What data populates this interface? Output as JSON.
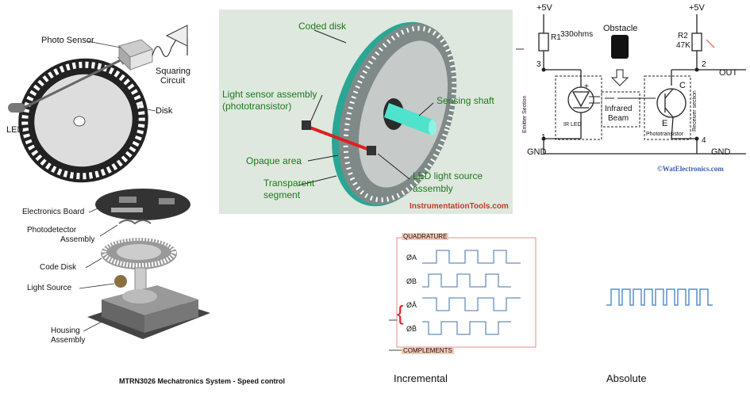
{
  "exploded": {
    "photo_sensor": "Photo Sensor",
    "squaring_circuit_1": "Squaring",
    "squaring_circuit_2": "Circuit",
    "disk": "Disk",
    "led": "LED",
    "electronics_board": "Electronics Board",
    "photodetector_1": "Photodetector",
    "photodetector_2": "Assembly",
    "code_disk": "Code Disk",
    "light_source": "Light Source",
    "housing_1": "Housing",
    "housing_2": "Assembly"
  },
  "footer": "MTRN3026 Mechatronics System - Speed control",
  "coded": {
    "coded_disk": "Coded disk",
    "light_sensor_1": "Light sensor assembly",
    "light_sensor_2": "(phototransistor)",
    "sensing_shaft": "Sensing shaft",
    "opaque_area": "Opaque area",
    "transparent_1": "Transparent",
    "transparent_2": "segment",
    "led_source_1": "LED light source",
    "led_source_2": "assembly",
    "watermark": "InstrumentationTools.com"
  },
  "circuit": {
    "vcc_left": "+5V",
    "vcc_right": "+5V",
    "r1": "R1",
    "r1_value": "330ohms",
    "obstacle": "Obstacle",
    "r2": "R2",
    "r2_value": "47K",
    "node3": "3",
    "node2": "2",
    "out": "OUT",
    "plus": "+",
    "infrared_1": "Infrared",
    "infrared_2": "Beam",
    "ir_led": "IR LED",
    "emitter_section": "Emitter Section",
    "receiver_section": "Receiver section",
    "phototransistor": "Phototransistor",
    "c": "C",
    "e": "E",
    "node1": "1",
    "node4": "4",
    "gnd_left": "GND",
    "gnd_right": "GND",
    "watermark": "©WatElectronics.com"
  },
  "quadrature": {
    "title": "QUADRATURE",
    "signals": [
      "ØA",
      "ØB",
      "ØĀ",
      "ØB̄"
    ],
    "complements": "COMPLEMENTS",
    "caption": "Incremental"
  },
  "absolute": {
    "caption": "Absolute"
  }
}
